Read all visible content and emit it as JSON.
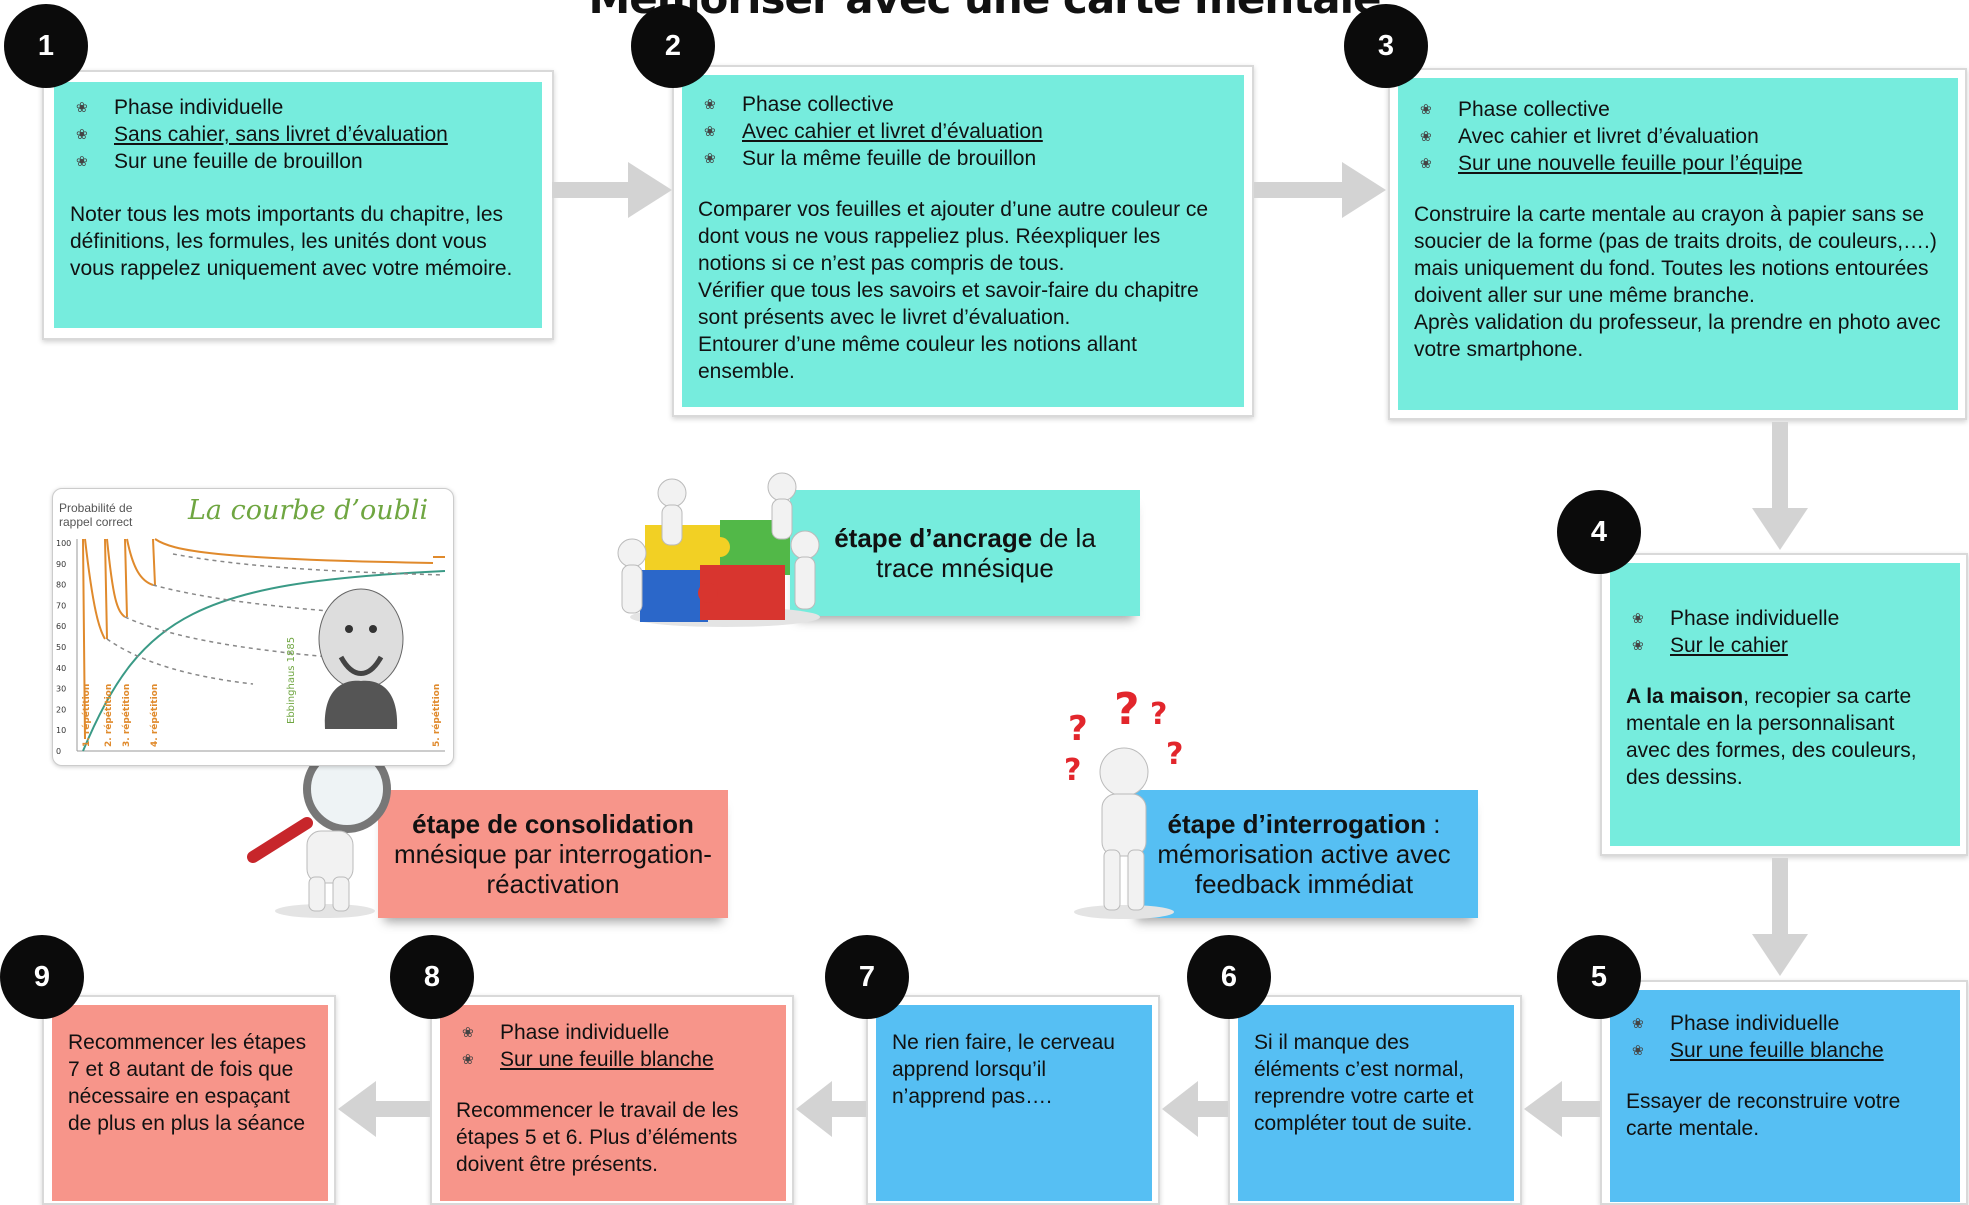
{
  "title": "Mémoriser avec une carte mentale",
  "steps": [
    {
      "num": "1",
      "bullets": [
        "Phase individuelle",
        "Sans cahier, sans livret d’évaluation",
        "Sur une feuille de brouillon"
      ],
      "text": [
        "Noter tous les mots importants du chapitre, les définitions, les formules, les unités dont vous vous rappelez uniquement avec votre mémoire."
      ]
    },
    {
      "num": "2",
      "bullets": [
        "Phase collective",
        "Avec cahier et livret d’évaluation",
        "Sur la même feuille de brouillon"
      ],
      "text": [
        "Comparer vos feuilles et ajouter d’une autre couleur ce dont vous ne vous rappeliez plus. Réexpliquer les notions si ce n’est pas compris de tous.",
        "Vérifier que tous les savoirs et savoir-faire du chapitre sont présents avec le livret d’évaluation.",
        "Entourer d’une même couleur les notions allant ensemble."
      ]
    },
    {
      "num": "3",
      "bullets": [
        "Phase collective",
        "Avec cahier et livret d’évaluation",
        "Sur une nouvelle feuille pour l’équipe"
      ],
      "text": [
        "Construire la carte mentale au crayon à papier sans se soucier de la forme (pas de traits droits, de couleurs,….) mais uniquement du fond. Toutes les notions entourées doivent aller sur une même branche.",
        "Après validation du professeur, la prendre en photo avec votre smartphone."
      ]
    },
    {
      "num": "4",
      "bullets": [
        "Phase individuelle",
        "Sur le cahier"
      ],
      "bold": "A la maison",
      "text": [
        ", recopier sa carte mentale en la personnalisant avec des formes, des couleurs, des dessins."
      ]
    },
    {
      "num": "5",
      "bullets": [
        "Phase individuelle",
        "Sur une feuille blanche"
      ],
      "text": [
        "Essayer de reconstruire votre carte mentale."
      ]
    },
    {
      "num": "6",
      "text": [
        "Si il manque des éléments c’est normal, reprendre votre carte et compléter tout de suite."
      ]
    },
    {
      "num": "7",
      "text": [
        "Ne rien faire, le cerveau apprend lorsqu’il n’apprend pas…."
      ]
    },
    {
      "num": "8",
      "bullets": [
        "Phase individuelle",
        "Sur une feuille blanche"
      ],
      "text": [
        "Recommencer le travail de les étapes 5 et 6. Plus d’éléments doivent être présents."
      ]
    },
    {
      "num": "9",
      "text": [
        "Recommencer les étapes 7 et 8 autant de fois que nécessaire en espaçant de plus en plus la séance"
      ]
    }
  ],
  "stages": {
    "ancrage": {
      "bold": "étape d’ancrage",
      "rest": " de la trace mnésique"
    },
    "interrogation": {
      "bold": "étape d’interrogation",
      "rest": " : mémorisation active avec feedback immédiat"
    },
    "consolidation": {
      "bold": "étape de consolidation",
      "rest": "mnésique par interrogation-réactivation"
    }
  },
  "courbe": {
    "title": "La courbe d’oubli",
    "ylabel_line1": "Probabilité de",
    "ylabel_line2": "rappel correct",
    "yticks": [
      "100",
      "90",
      "80",
      "70",
      "60",
      "50",
      "40",
      "30",
      "20",
      "10",
      "0"
    ],
    "repetitions": [
      "1. répétition",
      "2. répétition",
      "3. répétition",
      "4. répétition",
      "5. répétition"
    ],
    "author": "Ebbinghaus 1885"
  },
  "colors": {
    "teal": "#76ecdd",
    "blue": "#56bff3",
    "salmon": "#f7958a",
    "arrow": "#d3d3d3"
  }
}
